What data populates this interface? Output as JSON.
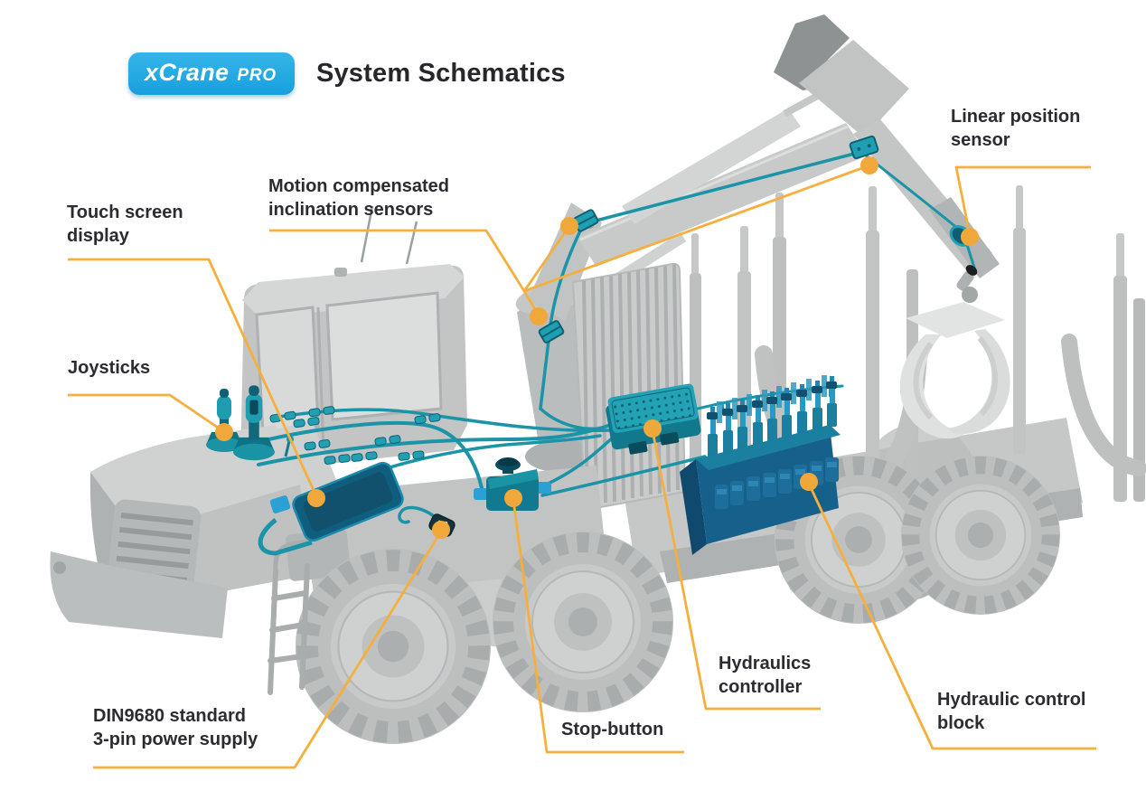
{
  "brand": {
    "name": "xCrane",
    "suffix": "PRO"
  },
  "title": "System Schematics",
  "labels": {
    "linear_position_sensor": "Linear position\nsensor",
    "motion_sensors": "Motion compensated\ninclination sensors",
    "touch_screen": "Touch screen\ndisplay",
    "joysticks": "Joysticks",
    "power_supply": "DIN9680 standard\n3-pin power supply",
    "stop_button": "Stop-button",
    "hydraulics_controller": "Hydraulics\ncontroller",
    "hydraulic_control_block": "Hydraulic control\nblock"
  },
  "colors": {
    "accent_orange": "#F5AF3C",
    "accent_dot": "#F1A83A",
    "system_teal": "#1A94A6",
    "system_blue": "#2BA0D4",
    "valve_block_blue": "#16618C",
    "logo_blue": "#1CA7E0",
    "machine_gray": "#C6C8C8",
    "label_text": "#2B2B31"
  }
}
